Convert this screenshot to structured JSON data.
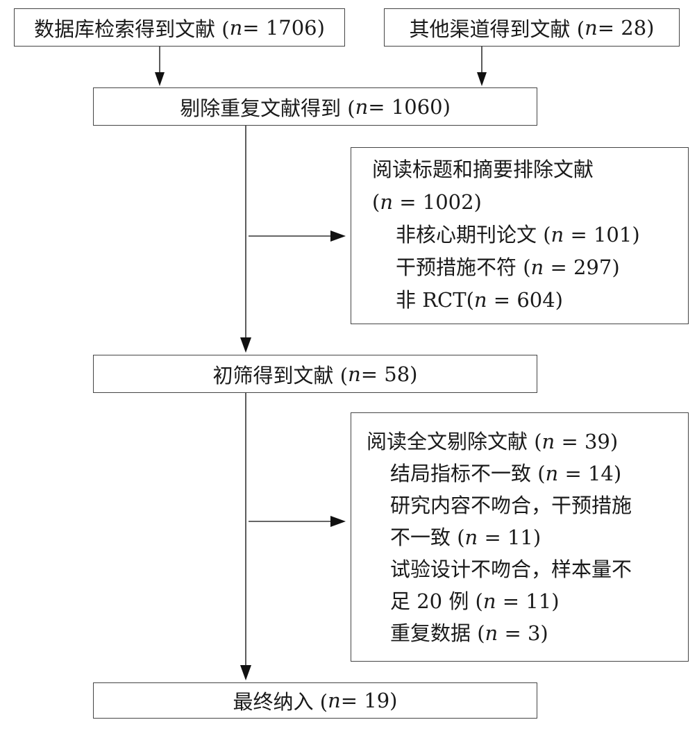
{
  "boxes": {
    "db_search": {
      "label": "数据库检索得到文献 (",
      "n_symbol": "n",
      "n_value": " = 1706)"
    },
    "other_sources": {
      "label": "其他渠道得到文献 (",
      "n_symbol": "n",
      "n_value": " = 28)"
    },
    "dedup": {
      "label": "剔除重复文献得到 (",
      "n_symbol": "n",
      "n_value": " = 1060)"
    },
    "initial_screen": {
      "label": "初筛得到文献 (",
      "n_symbol": "n",
      "n_value": " = 58)"
    },
    "final": {
      "label": "最终纳入 (",
      "n_symbol": "n",
      "n_value": " = 19)"
    }
  },
  "exclusion_1": {
    "title": "阅读标题和摘要排除文献",
    "title_n": {
      "pre": "(",
      "n_symbol": "n",
      "post": " = 1002)"
    },
    "items": [
      {
        "pre": "非核心期刊论文 (",
        "n_symbol": "n",
        "post": " = 101)"
      },
      {
        "pre": "干预措施不符 (",
        "n_symbol": "n",
        "post": " = 297)"
      },
      {
        "pre": "非 RCT(",
        "n_symbol": "n",
        "post": " = 604)"
      }
    ]
  },
  "exclusion_2": {
    "title": {
      "pre": "阅读全文剔除文献 (",
      "n_symbol": "n",
      "post": " = 39)"
    },
    "items": [
      {
        "pre": "结局指标不一致 (",
        "n_symbol": "n",
        "post": " = 14)"
      },
      {
        "line1": "研究内容不吻合，干预措施",
        "pre": "不一致 (",
        "n_symbol": "n",
        "post": " = 11)"
      },
      {
        "line1": "试验设计不吻合，样本量不",
        "pre": "足 20 例 (",
        "n_symbol": "n",
        "post": " = 11)"
      },
      {
        "pre": "重复数据 (",
        "n_symbol": "n",
        "post": " = 3)"
      }
    ]
  }
}
